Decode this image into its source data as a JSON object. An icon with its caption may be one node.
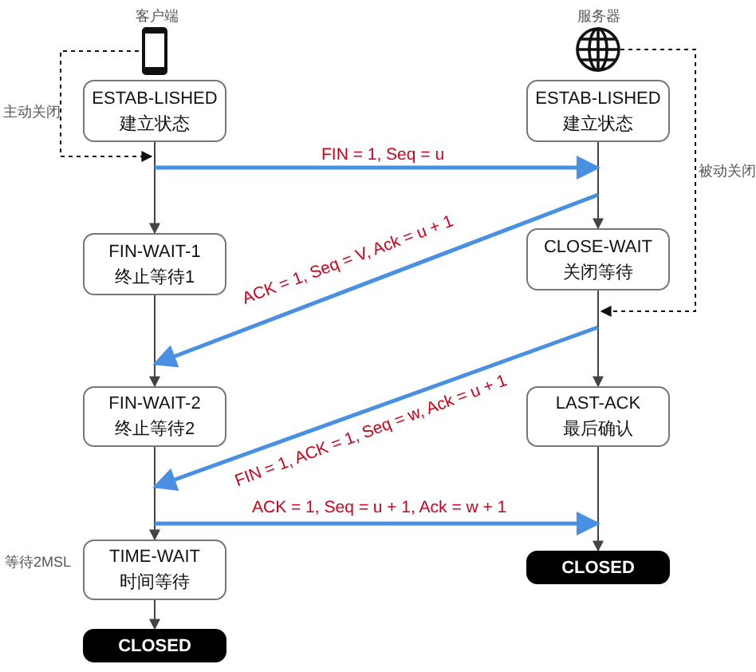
{
  "diagram": {
    "nodes": [
      {
        "text": [],
        "shape": "phone",
        "beside": [
          "客户端"
        ]
      },
      {
        "text": [],
        "shape": "globe",
        "beside": [
          "服务器"
        ]
      },
      {
        "text": [
          "ESTAB-LISHED 建立状态"
        ]
      },
      {
        "text": [
          "ESTAB-LISHED 建立状态"
        ]
      },
      {
        "text": [
          "FIN-WAIT-1 终止等待1"
        ]
      },
      {
        "text": [
          "CLOSE-WAIT 关闭等待"
        ]
      },
      {
        "text": [
          "FIN-WAIT-2 终止等待2"
        ]
      },
      {
        "text": [
          "LAST-ACK 最后确认"
        ]
      },
      {
        "text": [
          "TIME-WAIT 时间等待"
        ],
        "beside": [
          "等待2MSL"
        ]
      },
      {
        "text": [
          "CLOSED"
        ]
      },
      {
        "text": [
          "CLOSED"
        ]
      }
    ],
    "edges": [
      {
        "from": 2,
        "to": 4,
        "arrow": "to"
      },
      {
        "from": 4,
        "to": 6,
        "arrow": "to"
      },
      {
        "from": 6,
        "to": 8,
        "arrow": "to"
      },
      {
        "from": 8,
        "to": 9,
        "arrow": "to"
      },
      {
        "from": 3,
        "to": 5,
        "arrow": "to"
      },
      {
        "from": 5,
        "to": 7,
        "arrow": "to"
      },
      {
        "from": 7,
        "to": 10,
        "arrow": "to"
      },
      {
        "from": 2,
        "to": 3,
        "arrow": "to",
        "label": "FIN = 1, Seq = u",
        "style": "thick",
        "color": "#4a90e2"
      },
      {
        "from": 5,
        "to": 6,
        "arrow": "to",
        "label": "ACK = 1, Seq = V, Ack = u + 1",
        "style": "thick",
        "color": "#4a90e2"
      },
      {
        "from": 5,
        "to": 6,
        "arrow": "to",
        "label": "FIN = 1, ACK = 1, Seq = w, Ack = u + 1",
        "style": "thick",
        "color": "#4a90e2"
      },
      {
        "from": 8,
        "to": 10,
        "arrow": "to",
        "label": "ACK = 1, Seq = u + 1, Ack = w + 1",
        "style": "thick",
        "color": "#4a90e2"
      },
      {
        "from": 0,
        "to": 2,
        "arrow": "to",
        "label": "主动关闭",
        "style": "dashed",
        "color": "#111111"
      },
      {
        "from": 1,
        "to": 5,
        "arrow": "to",
        "label": "被动关闭",
        "style": "dashed",
        "color": "#111111"
      }
    ]
  }
}
